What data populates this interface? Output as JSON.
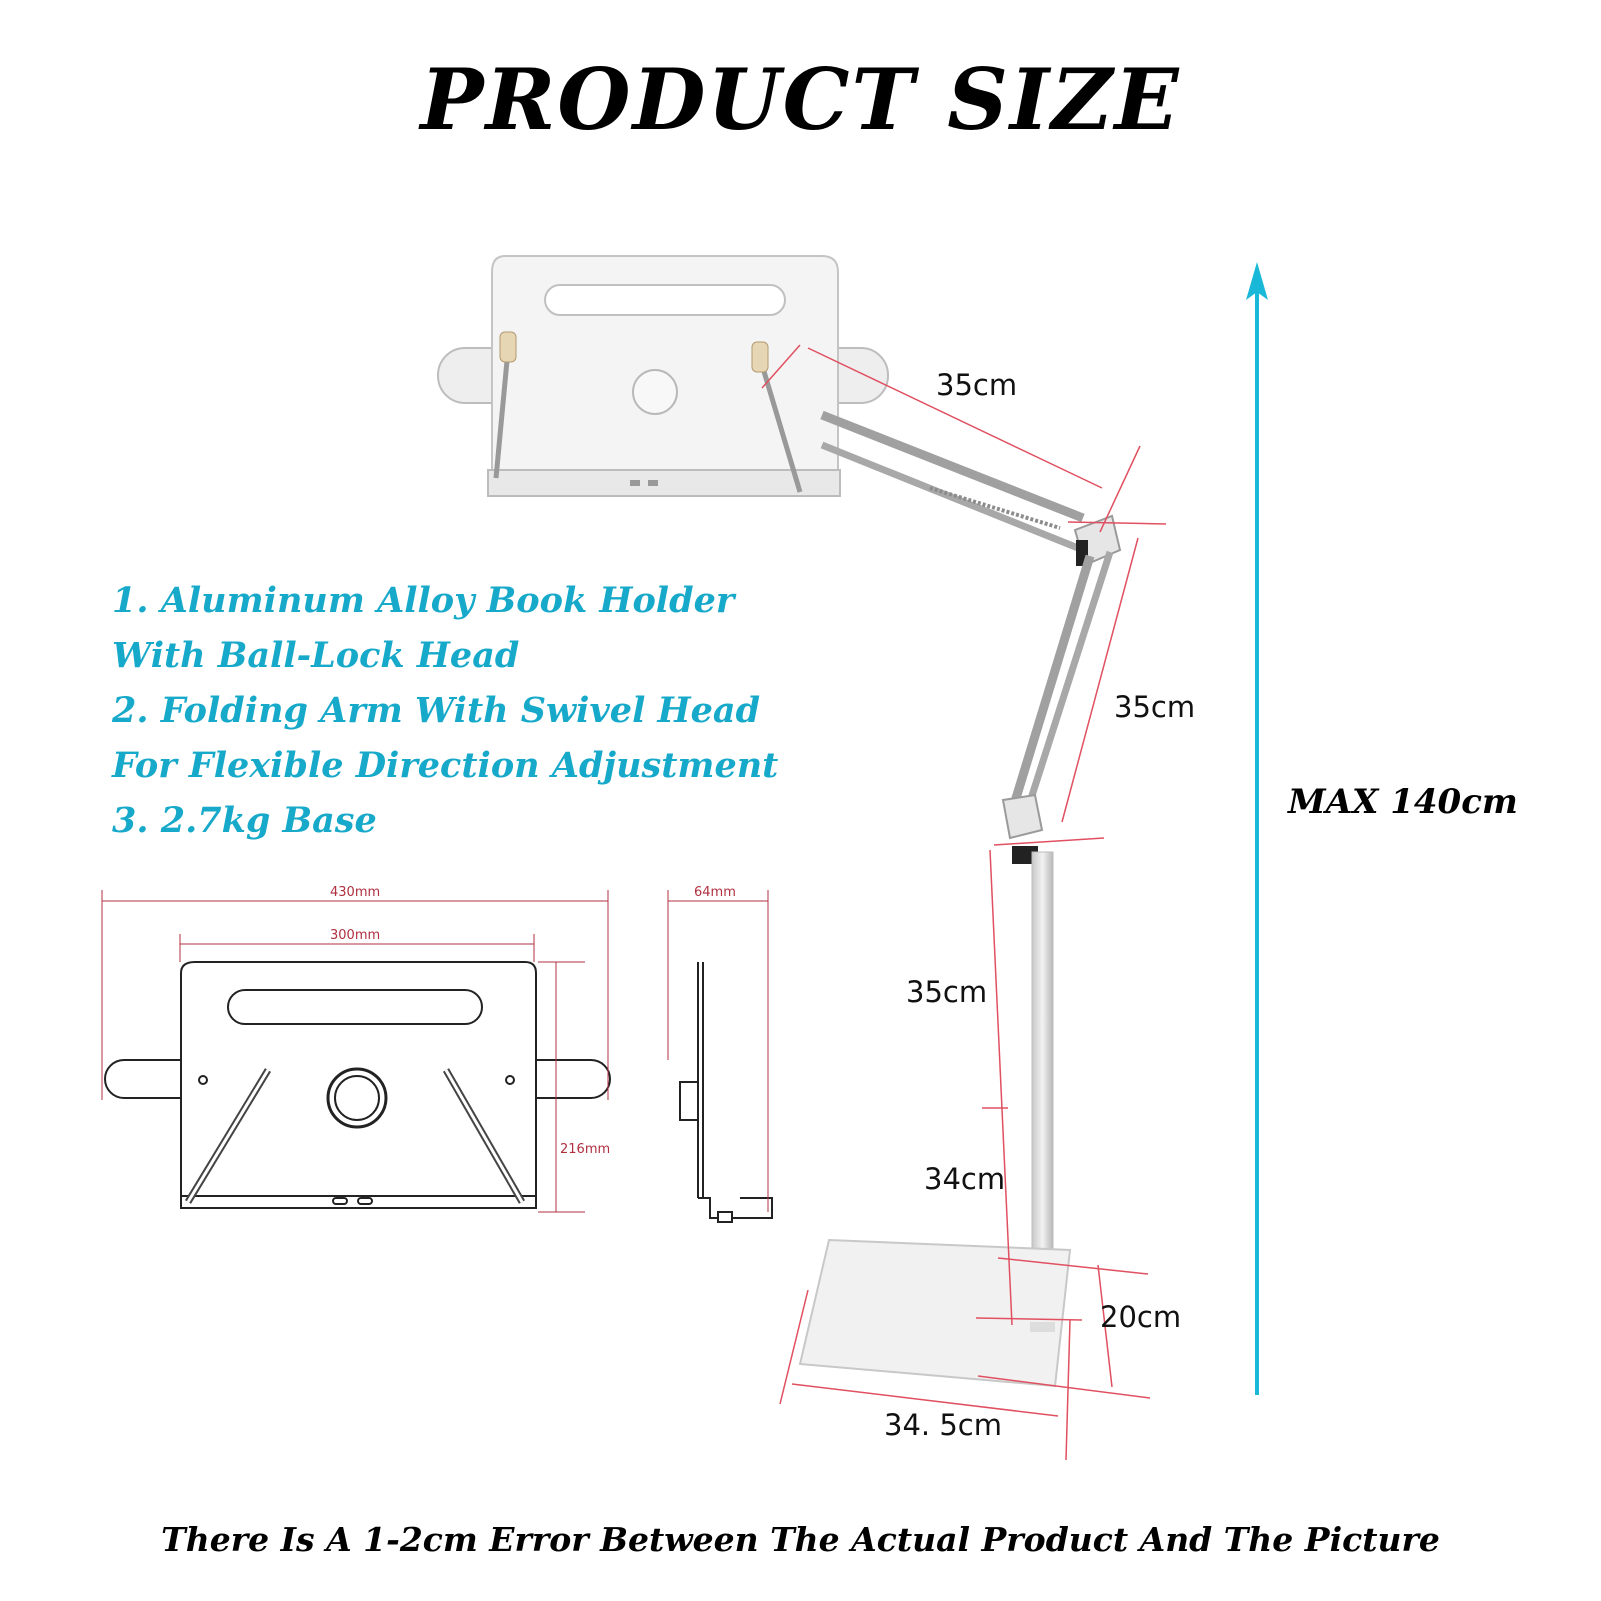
{
  "title": "PRODUCT SIZE",
  "features": [
    "1. Aluminum Alloy Book Holder",
    "With Ball-Lock Head",
    "2. Folding Arm With Swivel Head",
    "For Flexible Direction Adjustment",
    "3. 2.7kg Base"
  ],
  "max_height": "MAX 140cm",
  "dimensions": {
    "upper_arm": "35cm",
    "lower_arm": "35cm",
    "pole_upper": "35cm",
    "pole_lower": "34cm",
    "base_depth": "20cm",
    "base_width": "34. 5cm"
  },
  "drawing_dims": {
    "total_width": "430mm",
    "board_width": "300mm",
    "height": "216mm",
    "depth": "64mm"
  },
  "footer": "There Is A 1-2cm Error Between The Actual Product And The Picture",
  "colors": {
    "accent": "#17a9c9",
    "dimension_line": "#e05060",
    "arrow": "#1ab8d8"
  }
}
